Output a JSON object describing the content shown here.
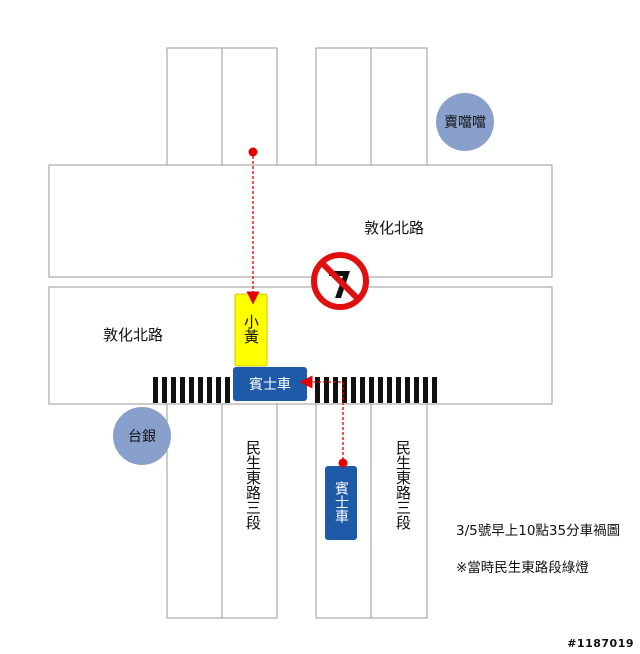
{
  "roads": {
    "top_horizontal": "敦化北路",
    "bottom_horizontal": "敦化北路",
    "vertical_left": "民生東路三段",
    "vertical_right": "民生東路三段"
  },
  "landmarks": {
    "top_right": "賣噹噹",
    "bottom_left": "台銀"
  },
  "vehicles": {
    "taxi": "小黃",
    "benz_in_crosswalk": "賓士車",
    "benz_on_road": "賓士車"
  },
  "notes": {
    "time": "3/5號早上10點35分車禍圖",
    "signal": "※當時民生東路段綠燈"
  },
  "watermark": "#1187019",
  "colors": {
    "taxi": "#ffff00",
    "benz": "#1e5aa8",
    "landmark": "#8aa0cc",
    "arrow": "#e00000",
    "no_turn": "#e01010"
  }
}
